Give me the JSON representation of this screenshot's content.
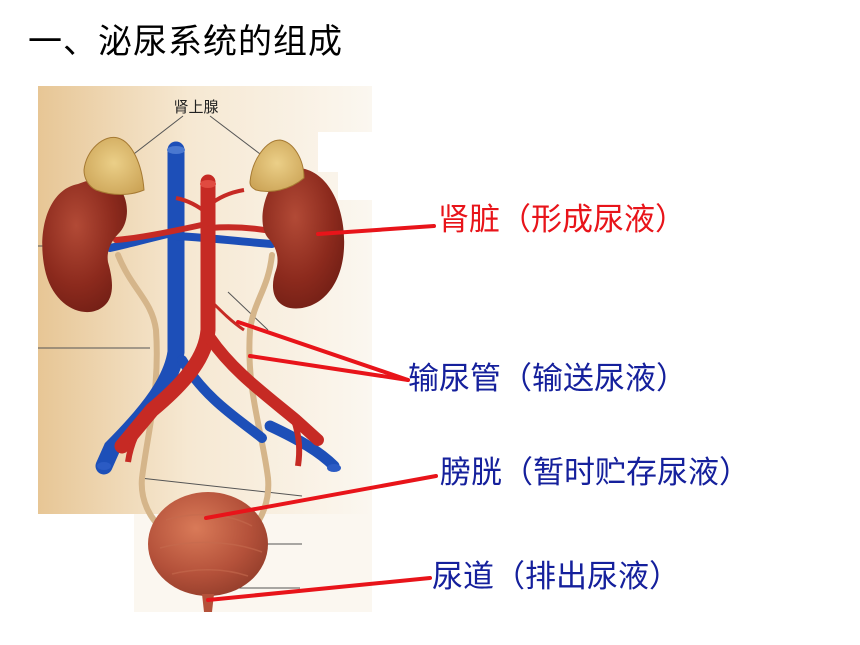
{
  "title": "一、泌尿系统的组成",
  "image_label": "肾上腺",
  "labels": {
    "kidney": "肾脏（形成尿液）",
    "ureter": "输尿管（输送尿液）",
    "bladder": "膀胱（暂时贮存尿液）",
    "urethra": "尿道（排出尿液）"
  },
  "colors": {
    "kidney_label": "#e8141a",
    "organ_label": "#15209c",
    "pointer_line": "#e8141a"
  }
}
